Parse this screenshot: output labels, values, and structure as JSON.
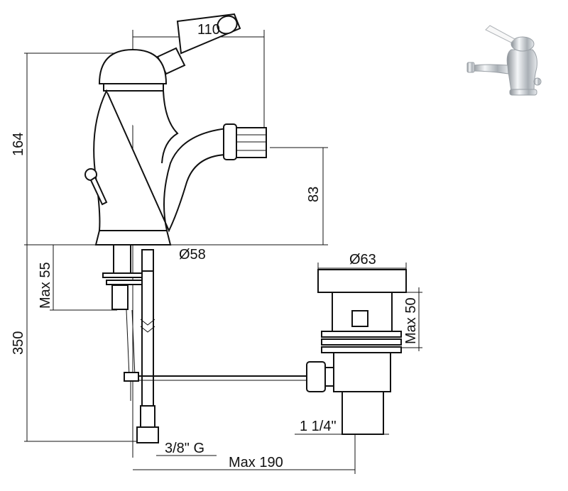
{
  "title": "Bidet mixer technical drawing",
  "dimensions": {
    "handle_reach": "110",
    "total_height": "164",
    "spout_height": "83",
    "base_diameter": "Ø58",
    "max_deck_thickness": "Max 55",
    "hose_length": "350",
    "waste_diameter": "Ø63",
    "waste_max_thickness": "Max 50",
    "waste_thread": "1 1/4\"",
    "inlet_thread": "3/8\" G",
    "max_distance": "Max 190"
  },
  "colors": {
    "line": "#111111",
    "background": "#ffffff",
    "chrome": "#c8ccd0"
  }
}
